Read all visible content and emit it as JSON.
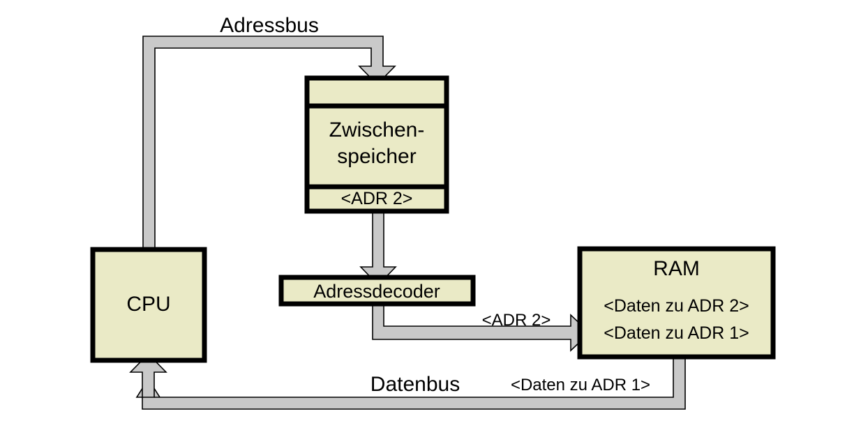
{
  "diagram": {
    "title_hidden": "",
    "colors": {
      "box_fill": "#eaeac6",
      "box_border": "#000000",
      "bus_fill": "#c9c9c9",
      "bus_border": "#000000",
      "background": "#ffffff",
      "text": "#000000"
    },
    "bus_labels": {
      "address_bus": "Adressbus",
      "data_bus": "Datenbus"
    },
    "nodes": {
      "cpu": {
        "label": "CPU"
      },
      "latch": {
        "row_top": "",
        "label_line1": "Zwischen-",
        "label_line2": "speicher",
        "row_bottom": "<ADR 2>"
      },
      "address_decoder": {
        "label": "Adressdecoder"
      },
      "ram": {
        "title": "RAM",
        "row1": "<Daten zu ADR 2>",
        "row2": "<Daten zu ADR 1>"
      }
    },
    "edge_labels": {
      "decoder_to_ram": "<ADR 2>",
      "ram_to_cpu": "<Daten zu ADR 1>"
    }
  }
}
